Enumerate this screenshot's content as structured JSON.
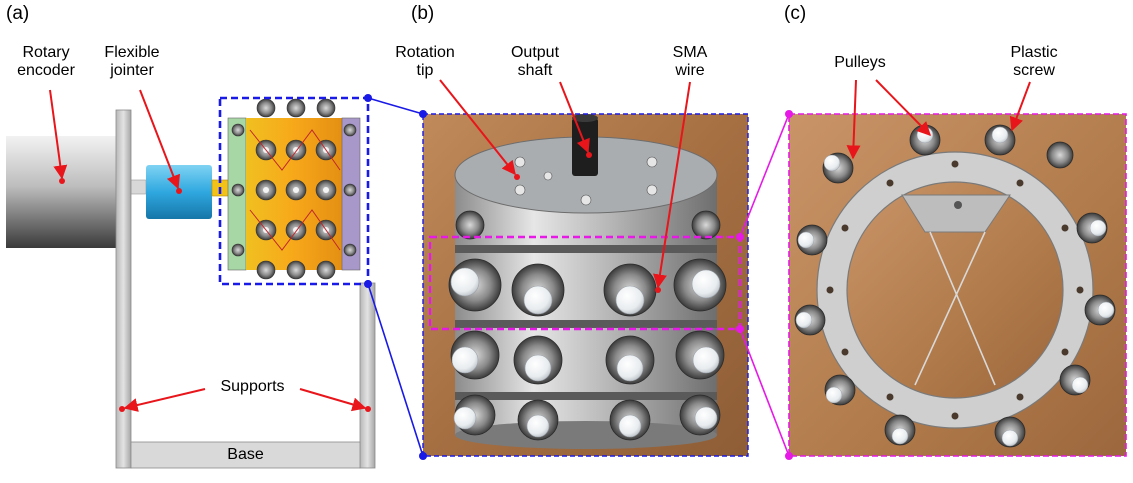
{
  "panels": {
    "a": {
      "tag": "(a)",
      "labels": {
        "rotary_encoder": [
          "Rotary",
          "encoder"
        ],
        "flexible_jointer": [
          "Flexible",
          "jointer"
        ],
        "supports": "Supports",
        "base": "Base"
      }
    },
    "b": {
      "tag": "(b)",
      "labels": {
        "rotation_tip": [
          "Rotation",
          "tip"
        ],
        "output_shaft": [
          "Output",
          "shaft"
        ],
        "sma_wire": [
          "SMA",
          "wire"
        ]
      }
    },
    "c": {
      "tag": "(c)",
      "labels": {
        "pulleys": "Pulleys",
        "plastic_screw": [
          "Plastic",
          "screw"
        ]
      }
    }
  },
  "colors": {
    "pointer": "#e8151b",
    "zoom_a_to_b": "#1a1ae6",
    "zoom_b_to_c": "#e619e6",
    "photo_bg": "#b07a4a",
    "encoder_body": "#9a9a9a",
    "jointer": "#39b3e6",
    "support": "#c9c9c9"
  }
}
